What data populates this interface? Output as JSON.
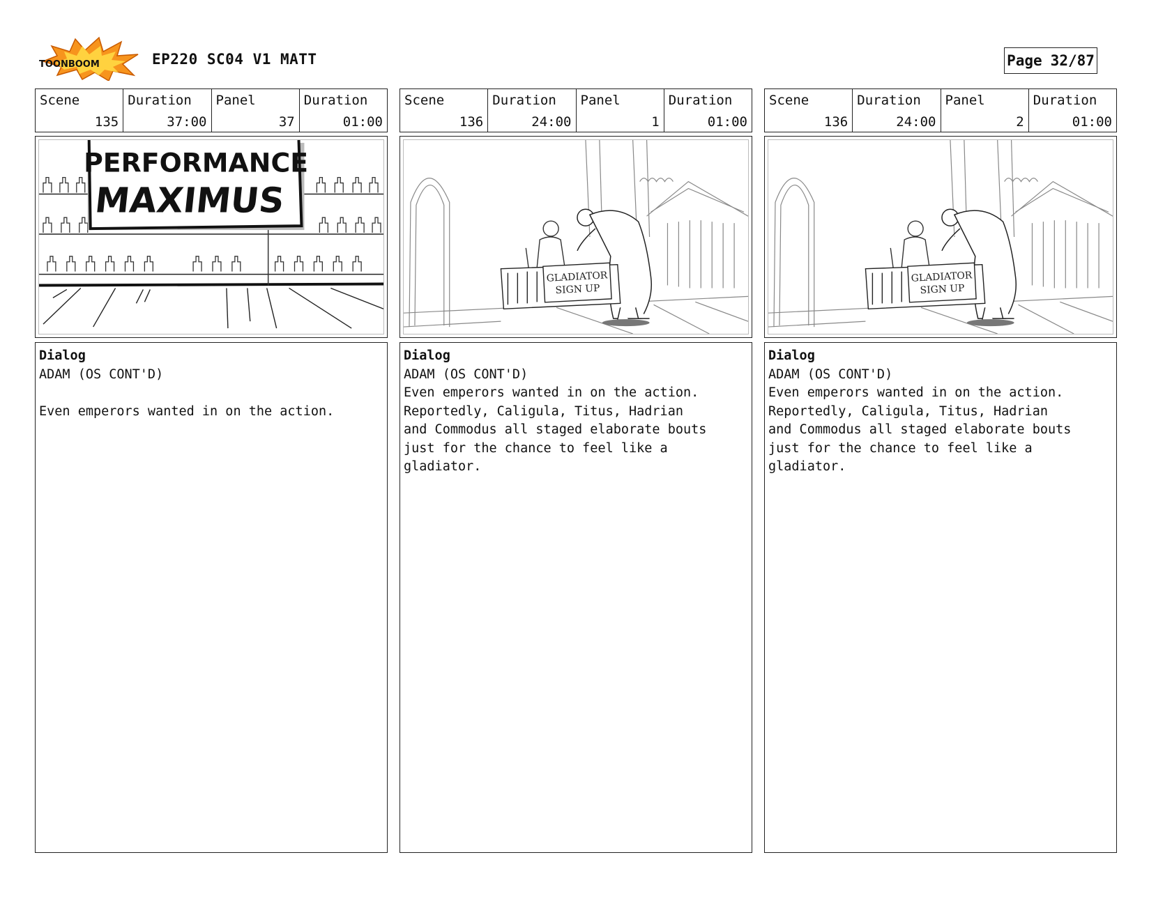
{
  "header": {
    "logo_text": "TOONBOOM",
    "title": "EP220 SC04 V1 MATT",
    "page_label": "Page",
    "page_value": "32/87"
  },
  "field_labels": {
    "scene": "Scene",
    "duration": "Duration",
    "panel": "Panel",
    "panel_duration": "Duration",
    "dialog": "Dialog"
  },
  "panels": [
    {
      "scene": "135",
      "scene_duration": "37:00",
      "panel": "37",
      "panel_duration": "01:00",
      "sign_line1": "PERFORMANCE",
      "sign_line2": "MAXIMUS",
      "speaker": "ADAM (OS CONT'D)",
      "dialog_lines": [
        "",
        "Even emperors wanted in on the action."
      ]
    },
    {
      "scene": "136",
      "scene_duration": "24:00",
      "panel": "1",
      "panel_duration": "01:00",
      "sign_line1": "GLADIATOR",
      "sign_line2": "SIGN UP",
      "speaker": "ADAM (OS CONT'D)",
      "dialog_lines": [
        "Even emperors wanted in on the action.",
        "Reportedly, Caligula, Titus, Hadrian",
        "and Commodus all staged elaborate bouts",
        "just for the chance to feel like a",
        "gladiator."
      ]
    },
    {
      "scene": "136",
      "scene_duration": "24:00",
      "panel": "2",
      "panel_duration": "01:00",
      "sign_line1": "GLADIATOR",
      "sign_line2": "SIGN UP",
      "speaker": "ADAM (OS CONT'D)",
      "dialog_lines": [
        "Even emperors wanted in on the action.",
        "Reportedly, Caligula, Titus, Hadrian",
        "and Commodus all staged elaborate bouts",
        "just for the chance to feel like a",
        "gladiator."
      ]
    }
  ]
}
